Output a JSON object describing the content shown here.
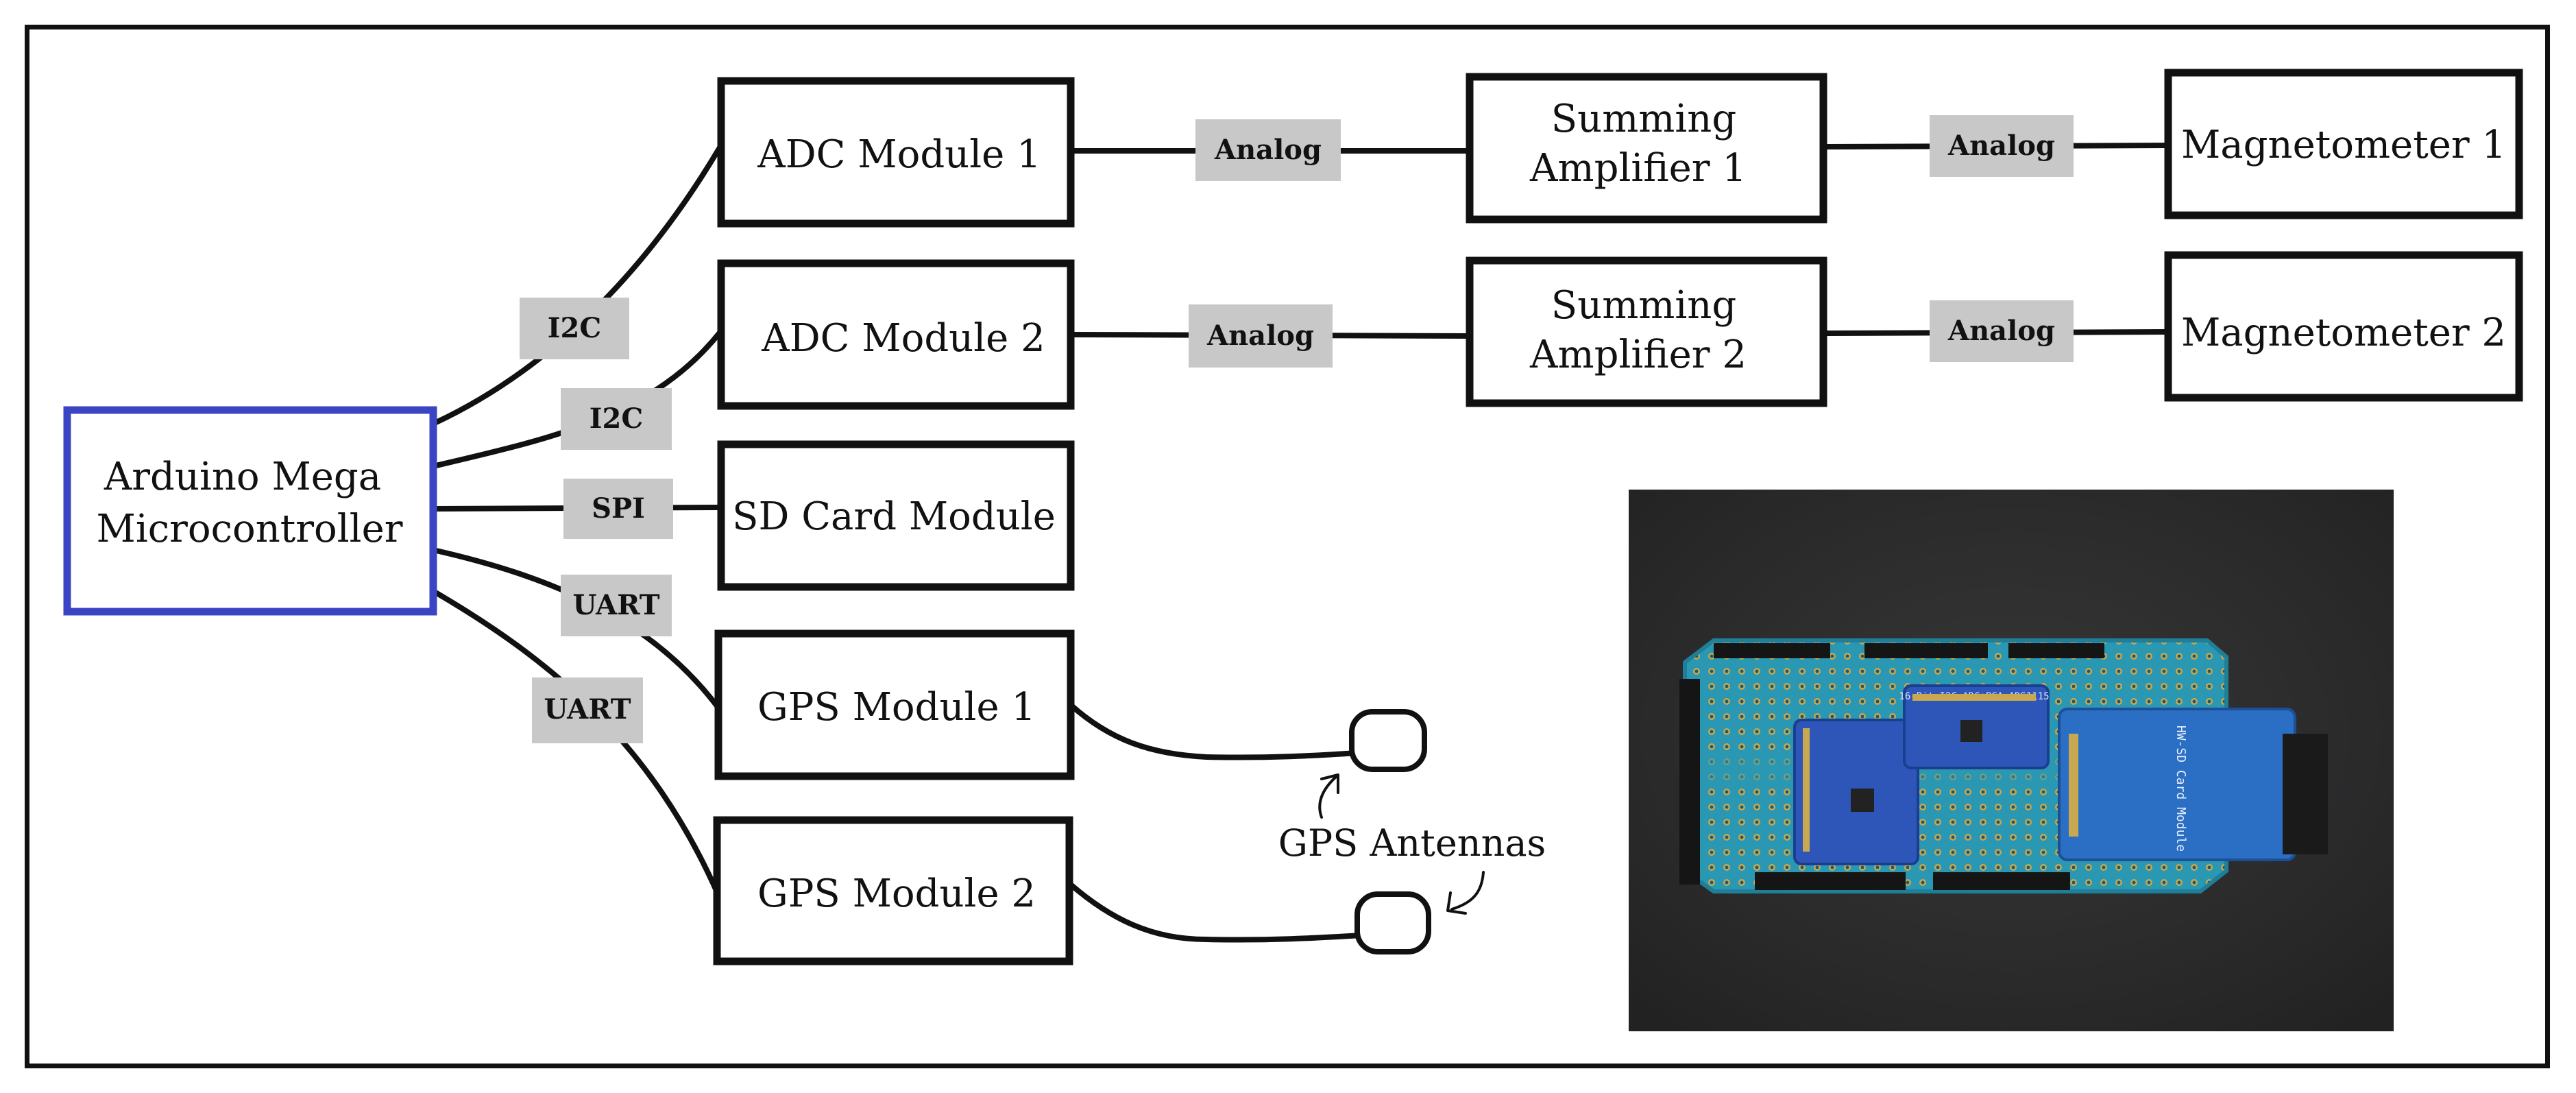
{
  "nodes": {
    "mcu": [
      "Arduino Mega",
      "Microcontroller"
    ],
    "adc1": [
      "ADC Module 1"
    ],
    "adc2": [
      "ADC Module 2"
    ],
    "sd": [
      "SD Card Module"
    ],
    "gps1": [
      "GPS Module 1"
    ],
    "gps2": [
      "GPS Module 2"
    ],
    "amp1": [
      "Summing",
      "Amplifier 1"
    ],
    "amp2": [
      "Summing",
      "Amplifier 2"
    ],
    "mag1": [
      "Magnetometer 1"
    ],
    "mag2": [
      "Magnetometer 2"
    ]
  },
  "links": {
    "mcu_adc1": "I2C",
    "mcu_adc2": "I2C",
    "mcu_sd": "SPI",
    "mcu_gps1": "UART",
    "mcu_gps2": "UART",
    "adc1_amp1": "Analog",
    "adc2_amp2": "Analog",
    "amp1_mag1": "Analog",
    "amp2_mag2": "Analog"
  },
  "callout": {
    "label": "GPS Antennas"
  },
  "photo": {
    "board_label_sd": "HW-SD Card Module",
    "board_label_adc": "16-Bit I2C ADC+PGA ADS1115",
    "colors": {
      "background": "#2f2f30",
      "pcb": "#2a97b3",
      "sd_module": "#2b6fc4",
      "adc_board": "#2d56b8"
    }
  },
  "colors": {
    "mcu_border": "#3b45c4",
    "box_border": "#111111",
    "tag_fill": "#c8c8c8"
  }
}
